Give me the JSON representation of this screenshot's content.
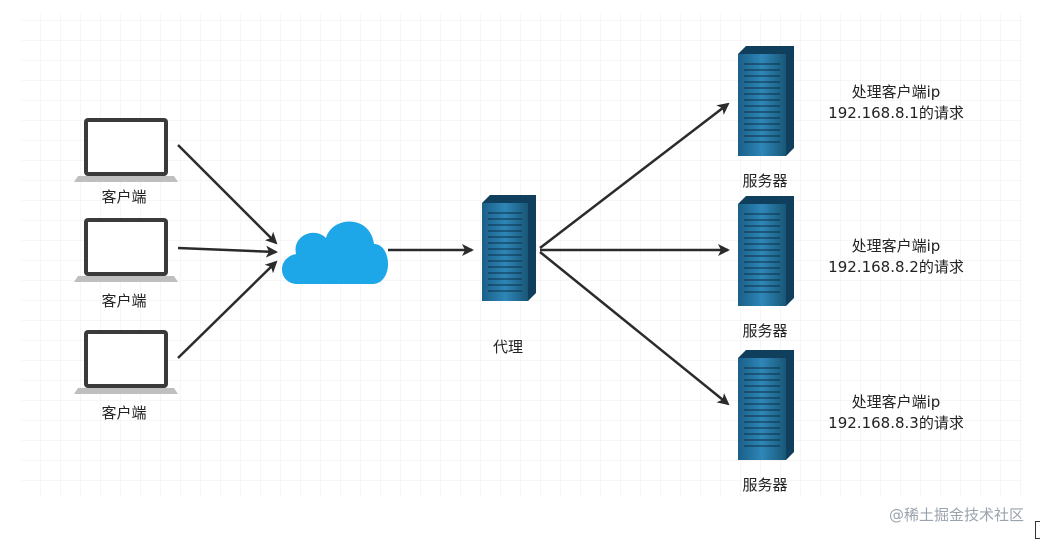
{
  "clients": [
    {
      "label": "客户端"
    },
    {
      "label": "客户端"
    },
    {
      "label": "客户端"
    }
  ],
  "proxy": {
    "label": "代理"
  },
  "servers": [
    {
      "label": "服务器",
      "note_line1": "处理客户端ip",
      "note_line2": "192.168.8.1的请求"
    },
    {
      "label": "服务器",
      "note_line1": "处理客户端ip",
      "note_line2": "192.168.8.2的请求"
    },
    {
      "label": "服务器",
      "note_line1": "处理客户端ip",
      "note_line2": "192.168.8.3的请求"
    }
  ],
  "watermark": "@稀土掘金技术社区",
  "colors": {
    "grid": "#e8e8e8",
    "server_blue": "#1f6e9a",
    "server_dark": "#0f3f5c",
    "cloud": "#1ea7e8",
    "arrow": "#2b2b2b"
  }
}
